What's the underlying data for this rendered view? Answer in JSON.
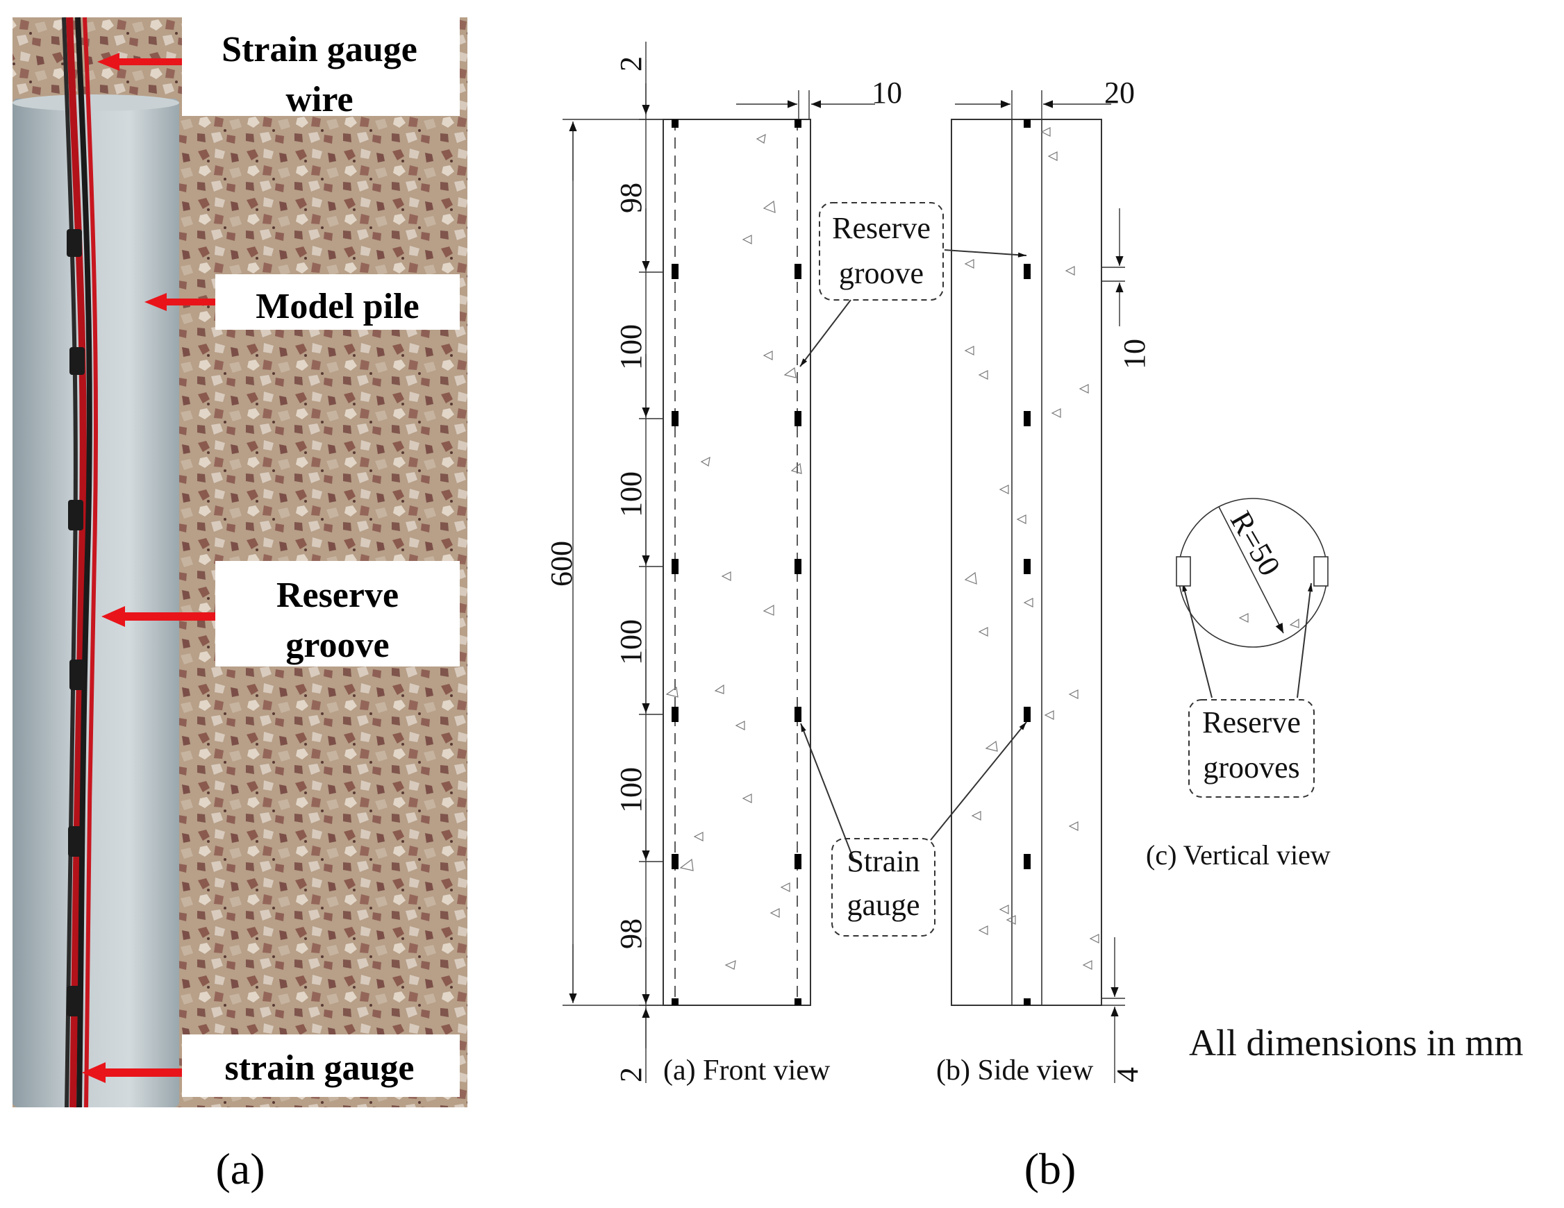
{
  "photo": {
    "callouts": {
      "wire_line1": "Strain gauge",
      "wire_line2": "wire",
      "model_pile": "Model pile",
      "groove_line1": "Reserve",
      "groove_line2": "groove",
      "strain_gauge": "strain gauge"
    },
    "panel_label": "(a)"
  },
  "drawing": {
    "dims": {
      "top_gap": "2",
      "bottom_gap": "2",
      "total_length": "600",
      "seg_top": "98",
      "seg_1": "100",
      "seg_2": "100",
      "seg_3": "100",
      "seg_4": "100",
      "seg_bottom": "98",
      "front_groove_width": "10",
      "side_groove_width": "20",
      "gauge_length": "10",
      "bottom_offset": "4",
      "radius": "R=50"
    },
    "callouts": {
      "reserve_groove_1": "Reserve",
      "reserve_groove_2": "groove",
      "strain_gauge_1": "Strain",
      "strain_gauge_2": "gauge",
      "reserve_grooves_1": "Reserve",
      "reserve_grooves_2": "grooves"
    },
    "captions": {
      "front": "(a) Front view",
      "side": "(b) Side view",
      "vertical": "(c) Vertical view",
      "units": "All dimensions in mm"
    },
    "panel_label": "(b)"
  },
  "colors": {
    "arrow_red": "#e8141a",
    "pile_gray": "#b9c3c7",
    "floor_tan": "#a48a73",
    "line": "#333333"
  }
}
